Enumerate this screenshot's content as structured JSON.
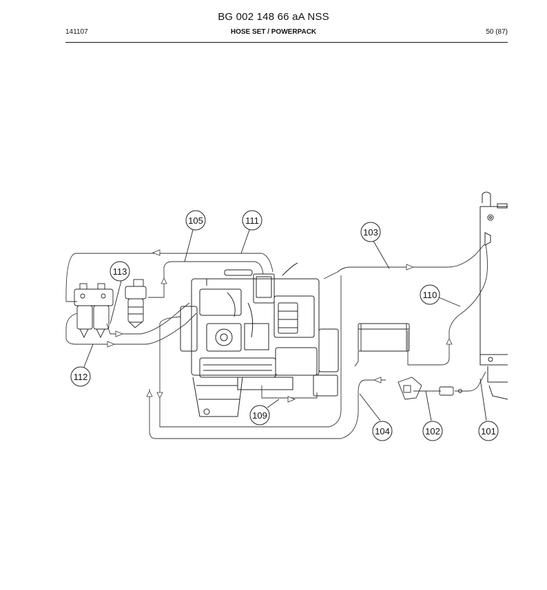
{
  "header": {
    "title": "BG 002 148 66 aA NSS",
    "date_code": "141107",
    "section": "HOSE SET / POWERPACK",
    "page": "50 (87)"
  },
  "diagram": {
    "callouts": [
      {
        "id": "c105",
        "label": "105"
      },
      {
        "id": "c111",
        "label": "111"
      },
      {
        "id": "c103",
        "label": "103"
      },
      {
        "id": "c113",
        "label": "113"
      },
      {
        "id": "c110",
        "label": "110"
      },
      {
        "id": "c112",
        "label": "112"
      },
      {
        "id": "c109",
        "label": "109"
      },
      {
        "id": "c104",
        "label": "104"
      },
      {
        "id": "c102",
        "label": "102"
      },
      {
        "id": "c101",
        "label": "101"
      }
    ]
  }
}
